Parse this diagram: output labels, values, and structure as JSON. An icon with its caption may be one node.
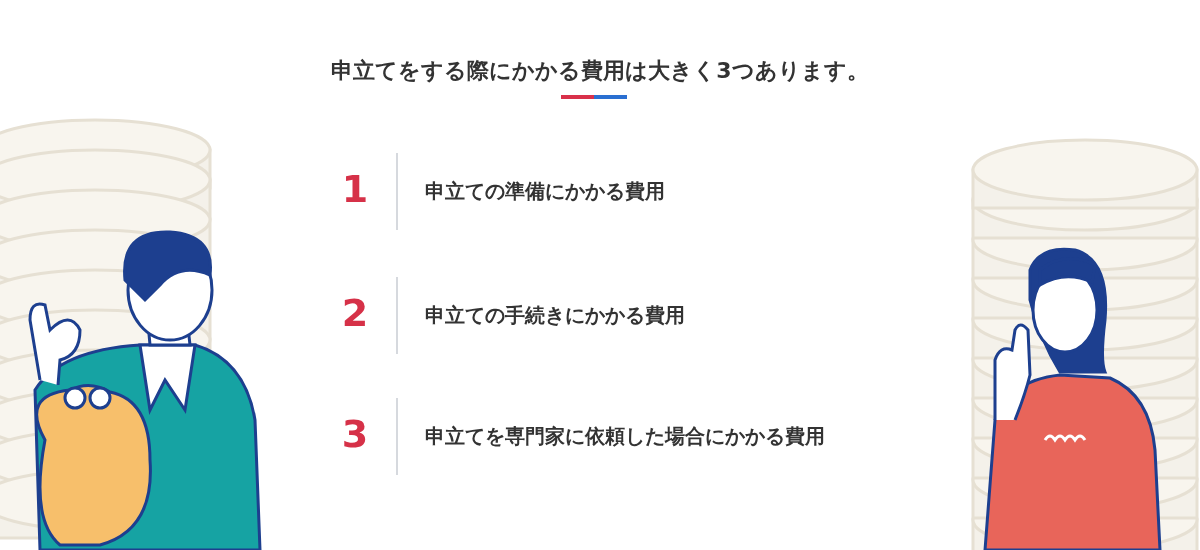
{
  "diagram": {
    "title": "申立てをする際にかかる費用は大きく3つあります。",
    "labels": [
      "1",
      "申立ての準備にかかる費用",
      "2",
      "申立ての手続きにかかる費用",
      "3",
      "申立てを専門家に依頼した場合にかかる費用"
    ]
  }
}
